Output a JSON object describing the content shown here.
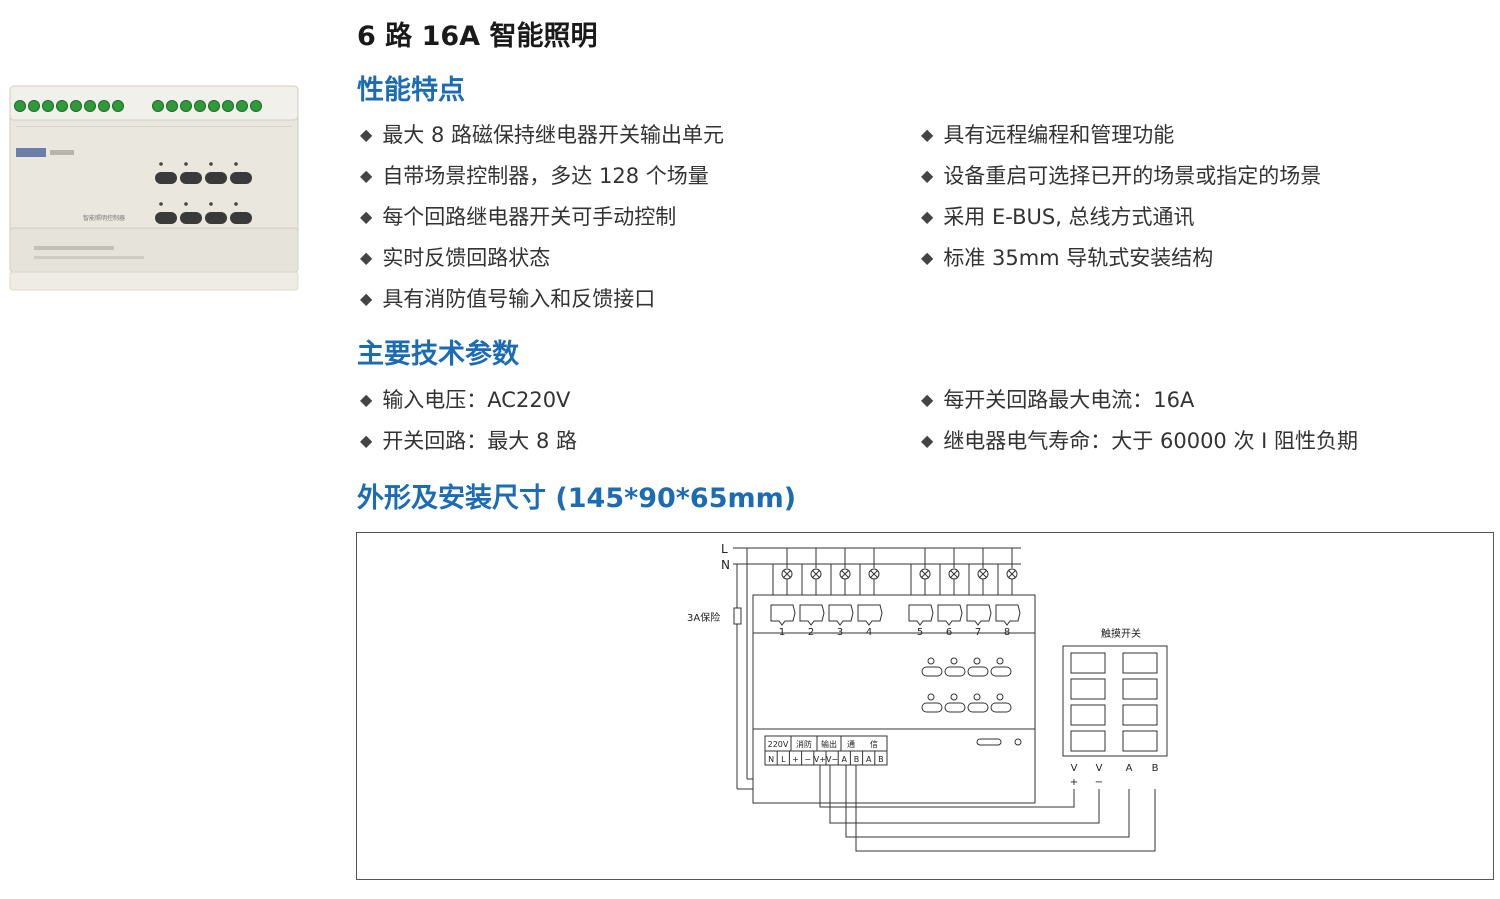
{
  "title": "6 路 16A 智能照明",
  "sections": {
    "features": {
      "heading": "性能特点",
      "left": [
        "最大 8 路磁保持继电器开关输出单元",
        "自带场景控制器，多达 128 个场量",
        "每个回路继电器开关可手动控制",
        "实时反馈回路状态",
        "具有消防值号输入和反馈接口"
      ],
      "right": [
        "具有远程编程和管理功能",
        "设备重启可选择已开的场景或指定的场景",
        "采用 E-BUS, 总线方式通讯",
        "标准 35mm 导轨式安装结构"
      ]
    },
    "specs": {
      "heading": "主要技术参数",
      "left": [
        "输入电压：AC220V",
        "开关回路：最大 8 路"
      ],
      "right": [
        "每开关回路最大电流：16A",
        "继电器电气寿命：大于 60000 次 I 阻性负期"
      ]
    },
    "dimensions": {
      "heading": "外形及安装尺寸 (145*90*65mm)"
    }
  },
  "product_image": {
    "panel_label": "智能照明控制器",
    "colors": {
      "body": "#eae7df",
      "terminal": "#2e9a3a",
      "button": "#3a3a3a"
    }
  },
  "diagram": {
    "line_labels": {
      "L": "L",
      "N": "N"
    },
    "fuse_label": "3A保险",
    "channel_numbers": [
      "1",
      "2",
      "3",
      "4",
      "5",
      "6",
      "7",
      "8"
    ],
    "terminal_groups": [
      "220V",
      "消防",
      "输出",
      "通",
      "信"
    ],
    "terminal_pins": [
      "N",
      "L",
      "+",
      "−",
      "V+",
      "V−",
      "A",
      "B",
      "A",
      "B"
    ],
    "touch_switch_label": "触摸开关",
    "switch_pins": [
      "V",
      "V",
      "A",
      "B"
    ],
    "switch_pin_signs": [
      "+",
      "−"
    ]
  }
}
